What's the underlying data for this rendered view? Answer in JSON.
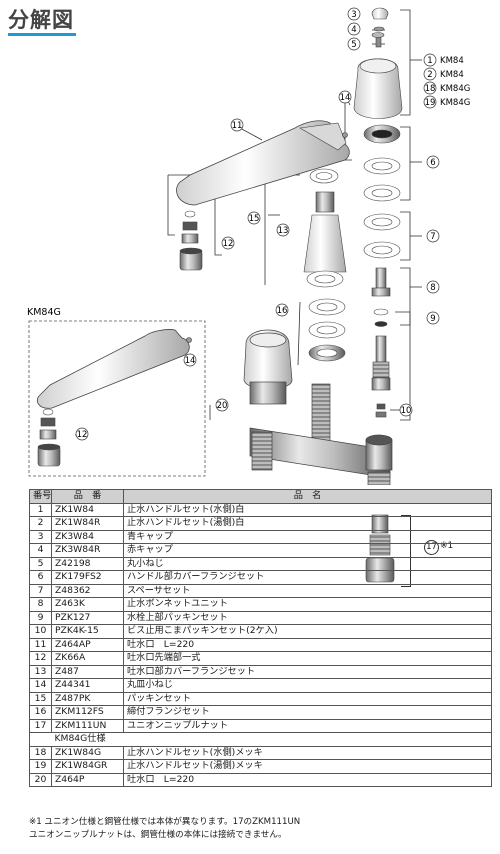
{
  "title": "分解図",
  "variant_label": "KM84G",
  "suffix_mark": "※1",
  "callouts": [
    "1",
    "2",
    "3",
    "4",
    "5",
    "6",
    "7",
    "8",
    "9",
    "10",
    "11",
    "12",
    "13",
    "14",
    "15",
    "16",
    "17",
    "18",
    "19",
    "20"
  ],
  "model_refs": [
    {
      "no": "1",
      "model": "KM84"
    },
    {
      "no": "2",
      "model": "KM84"
    },
    {
      "no": "18",
      "model": "KM84G"
    },
    {
      "no": "19",
      "model": "KM84G"
    }
  ],
  "table": {
    "headers": [
      "番号",
      "品　番",
      "品　名"
    ],
    "rows": [
      {
        "no": "1",
        "code": "ZK1W84",
        "name": "止水ハンドルセット(水側)白"
      },
      {
        "no": "2",
        "code": "ZK1W84R",
        "name": "止水ハンドルセット(湯側)白"
      },
      {
        "no": "3",
        "code": "ZK3W84",
        "name": "青キャップ"
      },
      {
        "no": "4",
        "code": "ZK3W84R",
        "name": "赤キャップ"
      },
      {
        "no": "5",
        "code": "Z42198",
        "name": "丸小ねじ"
      },
      {
        "no": "6",
        "code": "ZK179FS2",
        "name": "ハンドル部カバーフランジセット"
      },
      {
        "no": "7",
        "code": "Z48362",
        "name": "スペーサセット"
      },
      {
        "no": "8",
        "code": "Z463K",
        "name": "止水ボンネットユニット"
      },
      {
        "no": "9",
        "code": "PZK127",
        "name": "水栓上部パッキンセット"
      },
      {
        "no": "10",
        "code": "PZK4K-15",
        "name": "ビス止用こまパッキンセット(2ケ入)"
      },
      {
        "no": "11",
        "code": "Z464AP",
        "name": "吐水口　L=220"
      },
      {
        "no": "12",
        "code": "ZK66A",
        "name": "吐水口先端部一式"
      },
      {
        "no": "13",
        "code": "Z487",
        "name": "吐水口部カバーフランジセット"
      },
      {
        "no": "14",
        "code": "Z44341",
        "name": "丸皿小ねじ"
      },
      {
        "no": "15",
        "code": "Z487PK",
        "name": "パッキンセット"
      },
      {
        "no": "16",
        "code": "ZKM112FS",
        "name": "締付フランジセット"
      },
      {
        "no": "17",
        "code": "ZKM111UN",
        "name": "ユニオンニップルナット"
      }
    ],
    "sub_header": "KM84G仕様",
    "sub_rows": [
      {
        "no": "18",
        "code": "ZK1W84G",
        "name": "止水ハンドルセット(水側)メッキ"
      },
      {
        "no": "19",
        "code": "ZK1W84GR",
        "name": "止水ハンドルセット(湯側)メッキ"
      },
      {
        "no": "20",
        "code": "Z464P",
        "name": "吐水口　L=220"
      }
    ]
  },
  "note_lines": [
    "※1 ユニオン仕様と鋼管仕様では本体が異なります。17のZKM111UN",
    "ユニオンニップルナットは、鋼管仕様の本体には接続できません。"
  ]
}
